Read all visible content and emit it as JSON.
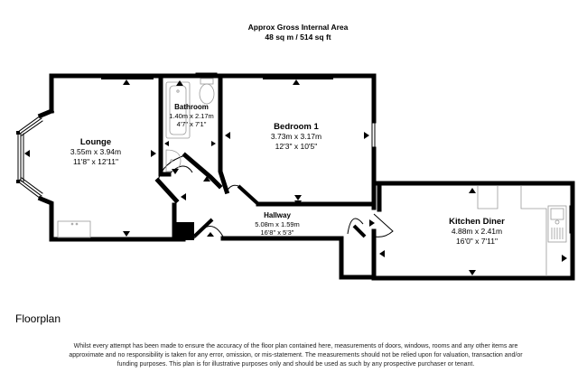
{
  "header": {
    "area_title": "Approx Gross Internal Area",
    "area_value": "48 sq m / 514 sq ft"
  },
  "rooms": [
    {
      "id": "lounge",
      "name": "Lounge",
      "metric": "3.55m x 3.94m",
      "imperial": "11'8\" x 12'11\""
    },
    {
      "id": "bathroom",
      "name": "Bathroom",
      "metric": "1.40m x 2.17m",
      "imperial": "4'7\" x 7'1\""
    },
    {
      "id": "bedroom-1",
      "name": "Bedroom 1",
      "metric": "3.73m x 3.17m",
      "imperial": "12'3\" x 10'5\""
    },
    {
      "id": "hallway",
      "name": "Hallway",
      "metric": "5.08m x 1.59m",
      "imperial": "16'8\" x 5'3\""
    },
    {
      "id": "kitchen-diner",
      "name": "Kitchen Diner",
      "metric": "4.88m x 2.41m",
      "imperial": "16'0\" x 7'11\""
    }
  ],
  "footer": {
    "floor_name": "Floorplan",
    "disclaimer": "Whilst every attempt has been made to ensure the accuracy of the floor plan contained here, measurements of doors, windows, rooms and any other items are approximate and no responsibility is taken for any error, omission, or mis-statement. The measurements should not be relied upon for valuation, transaction and/or funding purposes. This plan is for illustrative purposes only and should be used as such by any prospective purchaser or tenant."
  },
  "colors": {
    "wall": "#000000",
    "fixture": "#9a9a9a",
    "background": "#ffffff"
  }
}
